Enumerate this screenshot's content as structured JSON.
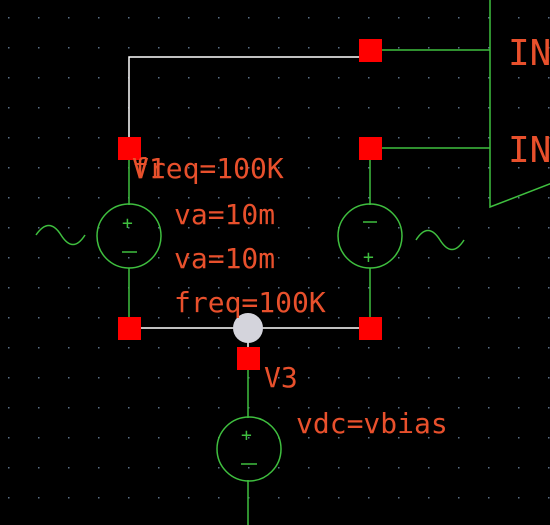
{
  "colors": {
    "background": "#000000",
    "wire_white": "#ffffff",
    "component_green": "#3fbf3f",
    "pin_red": "#ff0000",
    "label_orange": "#e8502c",
    "junction": "#d4d4dc",
    "grid_dot": "#5a6f86"
  },
  "sources": {
    "v1": {
      "name": "V1",
      "freq": "freq=100K",
      "amp": "va=10m",
      "icon": "ac-voltage-source-icon"
    },
    "v2": {
      "freq": "freq=100K",
      "amp": "va=10m",
      "icon": "ac-voltage-source-icon"
    },
    "v3": {
      "name": "V3",
      "vdc": "vdc=vbias",
      "icon": "dc-voltage-source-icon"
    }
  },
  "ports": {
    "top": "IN",
    "bottom": "IN"
  }
}
